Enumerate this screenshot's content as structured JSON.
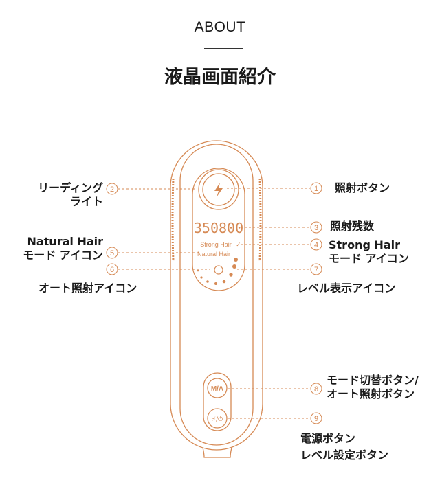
{
  "header": {
    "section": "ABOUT",
    "title": "液晶画面紹介"
  },
  "colors": {
    "accent": "#d68a55",
    "text": "#1a1a1a"
  },
  "screen": {
    "counter": "350800",
    "strong_mode": "Strong Hair",
    "natural_mode": "Natural Hair",
    "level_dots_lit": 7
  },
  "buttons": {
    "mode": "M/A",
    "power": "⚡/⏻"
  },
  "callouts": [
    {
      "num": "1",
      "lines": [
        "照射ボタン"
      ]
    },
    {
      "num": "2",
      "lines": [
        "リーディング",
        "ライト"
      ]
    },
    {
      "num": "3",
      "lines": [
        "照射残数"
      ]
    },
    {
      "num": "4",
      "lines": [
        "Strong Hair",
        "モード アイコン"
      ]
    },
    {
      "num": "5",
      "lines": [
        "Natural Hair",
        "モード アイコン"
      ]
    },
    {
      "num": "6",
      "lines": [
        "オート照射アイコン"
      ]
    },
    {
      "num": "7",
      "lines": [
        "レベル表示アイコン"
      ]
    },
    {
      "num": "8",
      "lines": [
        "モード切替ボタン/",
        "オート照射ボタン"
      ]
    },
    {
      "num": "9",
      "lines": [
        "電源ボタン",
        "レベル設定ボタン"
      ]
    }
  ]
}
